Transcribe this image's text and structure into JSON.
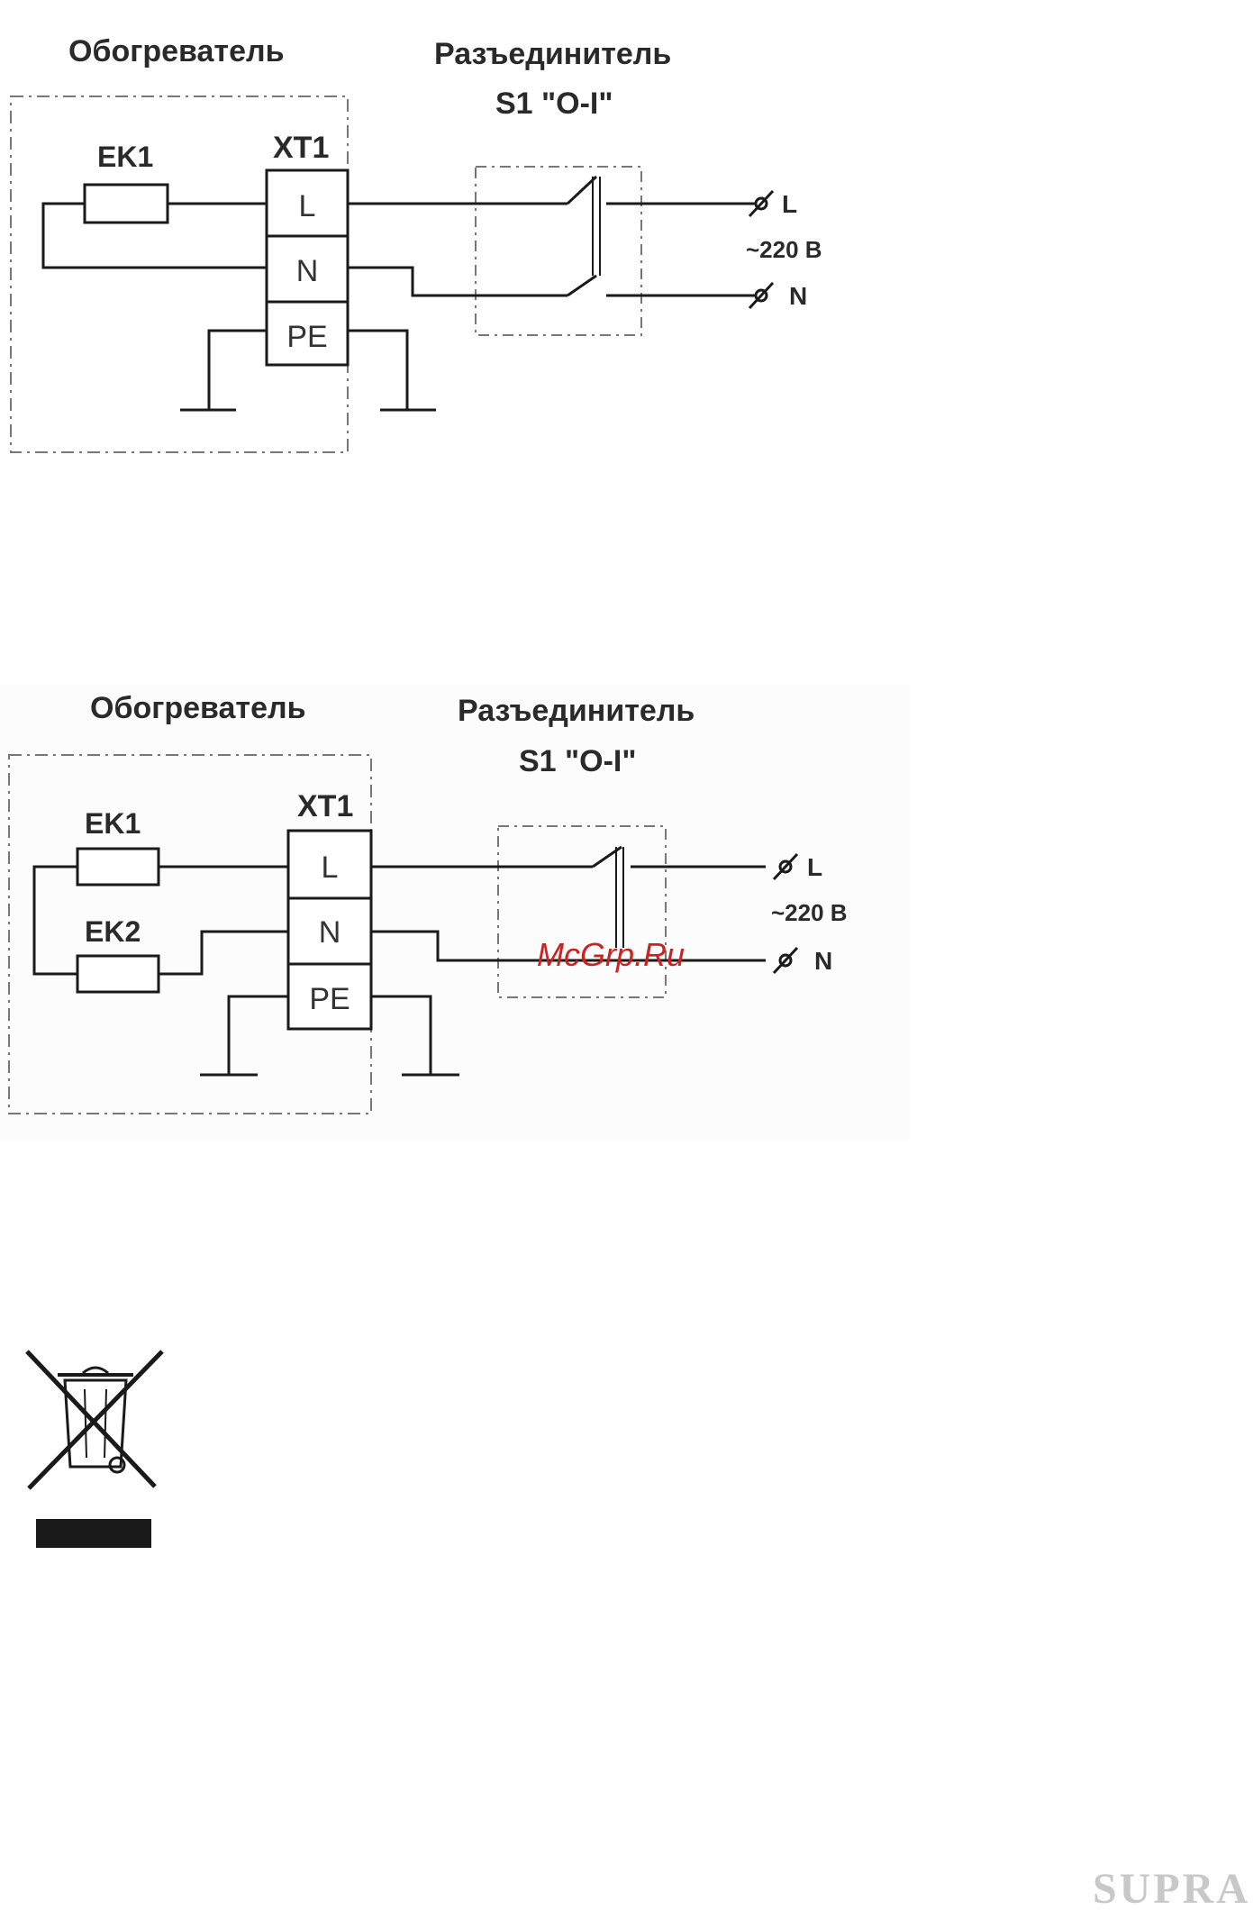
{
  "diagrams": [
    {
      "heater_title": "Обогреватель",
      "switch_title_line1": "Разъединитель",
      "switch_title_line2": "S1 \"O-I\"",
      "resistors": [
        "EK1"
      ],
      "terminal_block": "XT1",
      "terminals": [
        "L",
        "N",
        "PE"
      ],
      "output_L": "L",
      "output_N": "N",
      "voltage": "~220 В"
    },
    {
      "heater_title": "Обогреватель",
      "switch_title_line1": "Разъединитель",
      "switch_title_line2": "S1 \"O-I\"",
      "resistors": [
        "EK1",
        "EK2"
      ],
      "terminal_block": "XT1",
      "terminals": [
        "L",
        "N",
        "PE"
      ],
      "output_L": "L",
      "output_N": "N",
      "voltage": "~220 В"
    }
  ],
  "watermark": "McGrp.Ru",
  "brand": "SUPRA",
  "colors": {
    "line": "#1a1a1a",
    "dashed_box": "#777777",
    "watermark": "#cc2222",
    "brand": "#c8c8c8"
  },
  "icons": [
    "weee-crossed-bin-icon"
  ]
}
